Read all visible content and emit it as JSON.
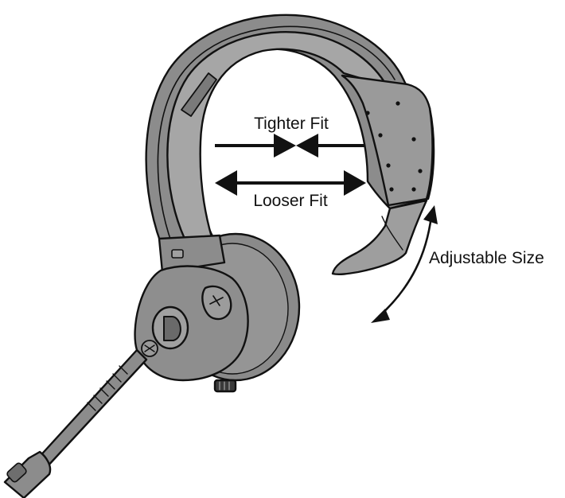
{
  "labels": {
    "tighter_fit": "Tighter Fit",
    "looser_fit": "Looser Fit",
    "adjustable_size": "Adjustable Size"
  },
  "colors": {
    "body_fill": "#8c8c8c",
    "body_light": "#a3a3a3",
    "body_dark": "#6e6e6e",
    "outline": "#111111",
    "arrow": "#111111",
    "background": "#ffffff"
  },
  "icons": {
    "headset": "headset-illustration",
    "tighter_arrows": "inward-arrows-icon",
    "looser_arrows": "outward-double-arrow-icon",
    "size_arrow": "curved-double-arrow-icon"
  }
}
